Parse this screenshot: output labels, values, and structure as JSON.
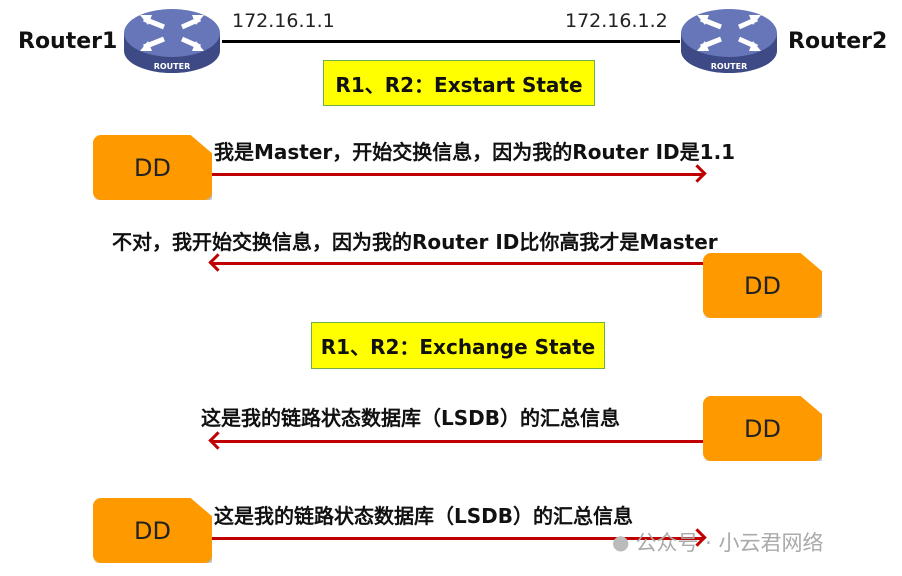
{
  "routers": [
    {
      "label": "Router1",
      "ip": "172.16.1.1",
      "badge": "ROUTER"
    },
    {
      "label": "Router2",
      "ip": "172.16.1.2",
      "badge": "ROUTER"
    }
  ],
  "states": [
    "R1、R2：Exstart State",
    "R1、R2：Exchange State"
  ],
  "dd_label": "DD",
  "messages": [
    "我是Master，开始交换信息，因为我的Router ID是1.1",
    "不对，我开始交换信息，因为我的Router ID比你高我才是Master",
    "这是我的链路状态数据库（LSDB）的汇总信息",
    "这是我的链路状态数据库（LSDB）的汇总信息"
  ],
  "watermark": "公众号 · 小云君网络",
  "colors": {
    "dd": "#ff9900",
    "arrow": "#c00000",
    "state_bg": "#ffff00",
    "router": "#5a6aa8"
  }
}
